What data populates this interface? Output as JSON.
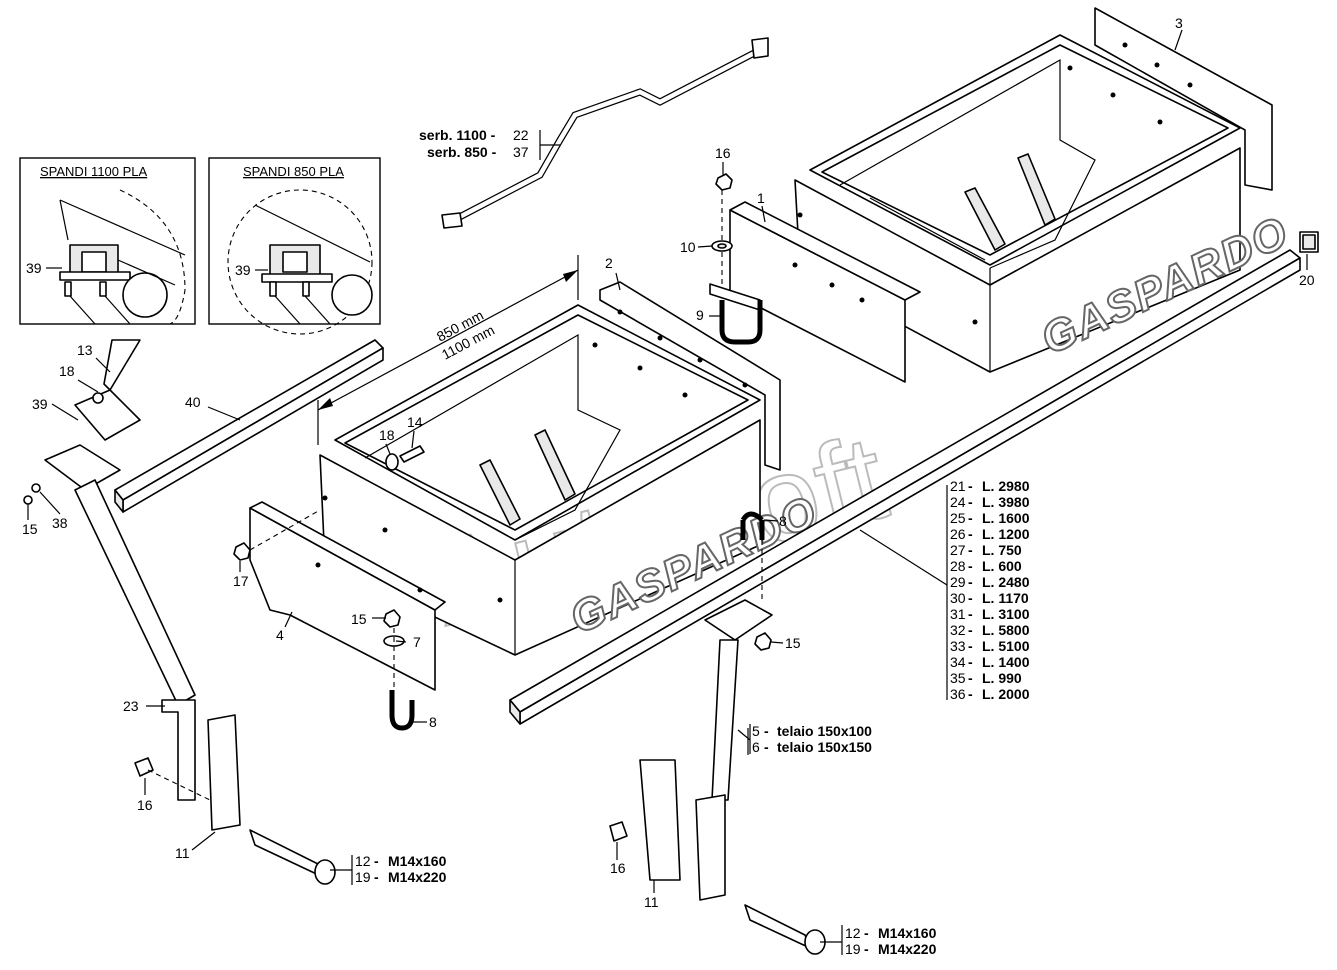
{
  "watermark": "AutoSoft",
  "insets": [
    {
      "title": "SPANDI 1100 PLA",
      "callout": "39"
    },
    {
      "title": "SPANDI 850 PLA",
      "callout": "39"
    }
  ],
  "brand_text": "GASPARDO",
  "dimension": {
    "line1": "850 mm",
    "line2": "1100 mm"
  },
  "serb_label": {
    "line1_label": "serb. 1100 - ",
    "line1_num": "22",
    "line2_label": "serb. 850 - ",
    "line2_num": "37"
  },
  "length_table": [
    {
      "num": "21",
      "text": "L. 2980"
    },
    {
      "num": "24",
      "text": "L. 3980"
    },
    {
      "num": "25",
      "text": "L. 1600"
    },
    {
      "num": "26",
      "text": "L. 1200"
    },
    {
      "num": "27",
      "text": "L. 750"
    },
    {
      "num": "28",
      "text": "L. 600"
    },
    {
      "num": "29",
      "text": "L. 2480"
    },
    {
      "num": "30",
      "text": "L. 1170"
    },
    {
      "num": "31",
      "text": "L. 3100"
    },
    {
      "num": "32",
      "text": "L. 5800"
    },
    {
      "num": "33",
      "text": "L. 5100"
    },
    {
      "num": "34",
      "text": "L. 1400"
    },
    {
      "num": "35",
      "text": "L. 990"
    },
    {
      "num": "36",
      "text": "L. 2000"
    }
  ],
  "telaio": [
    {
      "num": "5",
      "text": "telaio 150x100"
    },
    {
      "num": "6",
      "text": "telaio 150x150"
    }
  ],
  "bolts_left": [
    {
      "num": "12",
      "text": "M14x160"
    },
    {
      "num": "19",
      "text": "M14x220"
    }
  ],
  "bolts_right": [
    {
      "num": "12",
      "text": "M14x160"
    },
    {
      "num": "19",
      "text": "M14x220"
    }
  ],
  "callouts": {
    "c1": "1",
    "c2": "2",
    "c3": "3",
    "c4": "4",
    "c7": "7",
    "c8a": "8",
    "c8b": "8",
    "c9": "9",
    "c10": "10",
    "c11a": "11",
    "c11b": "11",
    "c13": "13",
    "c14": "14",
    "c15a": "15",
    "c15b": "15",
    "c15c": "15",
    "c16a": "16",
    "c16b": "16",
    "c16c": "16",
    "c17": "17",
    "c18a": "18",
    "c18b": "18",
    "c20": "20",
    "c23": "23",
    "c38": "38",
    "c39": "39",
    "c40": "40"
  }
}
